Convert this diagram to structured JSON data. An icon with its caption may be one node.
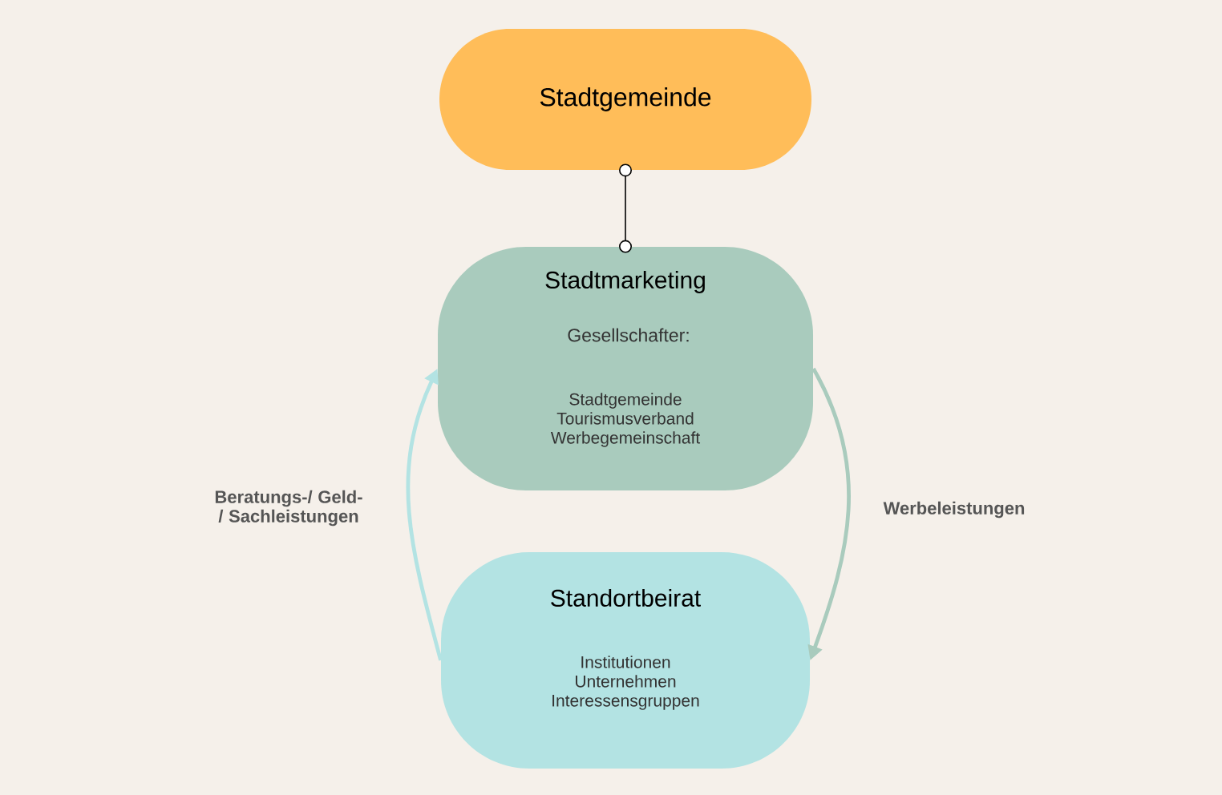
{
  "diagram": {
    "nodes": [
      {
        "text": [
          "Stadtgemeinde"
        ]
      },
      {
        "text": [
          "Stadtmarketing",
          "Gesellschafter:",
          "Stadtgemeinde Tourismusverband Werbegemeinschaft"
        ]
      },
      {
        "text": [
          "Standortbeirat",
          "Institutionen Unternehmen Interessensgruppen"
        ]
      }
    ],
    "edges": [
      {
        "from": 0,
        "to": 1,
        "arrow": "other",
        "color": "#000000"
      },
      {
        "from": 1,
        "to": 2,
        "arrow": "to",
        "label": "Werbeleistungen",
        "color": "#a9cbbd"
      },
      {
        "from": 2,
        "to": 1,
        "arrow": "to",
        "label": "Beratungs-/ Geld-/ Sachleistungen",
        "color": "#b3e3e3"
      }
    ]
  }
}
